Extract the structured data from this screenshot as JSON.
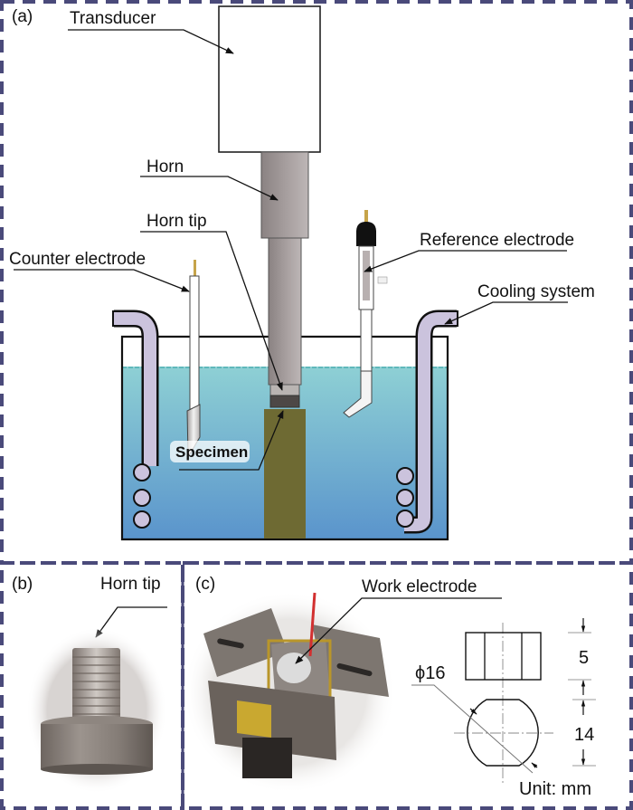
{
  "figure": {
    "border_color": "#4a4a7a",
    "panels": {
      "a": {
        "label": "(a)",
        "callouts": {
          "transducer": "Transducer",
          "horn": "Horn",
          "horn_tip": "Horn tip",
          "counter_electrode": "Counter electrode",
          "reference_electrode": "Reference electrode",
          "cooling_system": "Cooling system",
          "specimen": "Specimen"
        },
        "colors": {
          "water_top": "#8ed0d4",
          "water_bottom": "#5a94cc",
          "cooling_pipe": "#cbc3dd",
          "specimen": "#6e6a33",
          "horn": "#9a9292"
        }
      },
      "b": {
        "label": "(b)",
        "callouts": {
          "horn_tip": "Horn tip"
        }
      },
      "c": {
        "label": "(c)",
        "callouts": {
          "work_electrode": "Work electrode"
        },
        "drawing": {
          "diameter_label": "ϕ16",
          "thickness_label": "5",
          "flat_height_label": "14",
          "unit_label": "Unit: mm"
        }
      }
    }
  }
}
